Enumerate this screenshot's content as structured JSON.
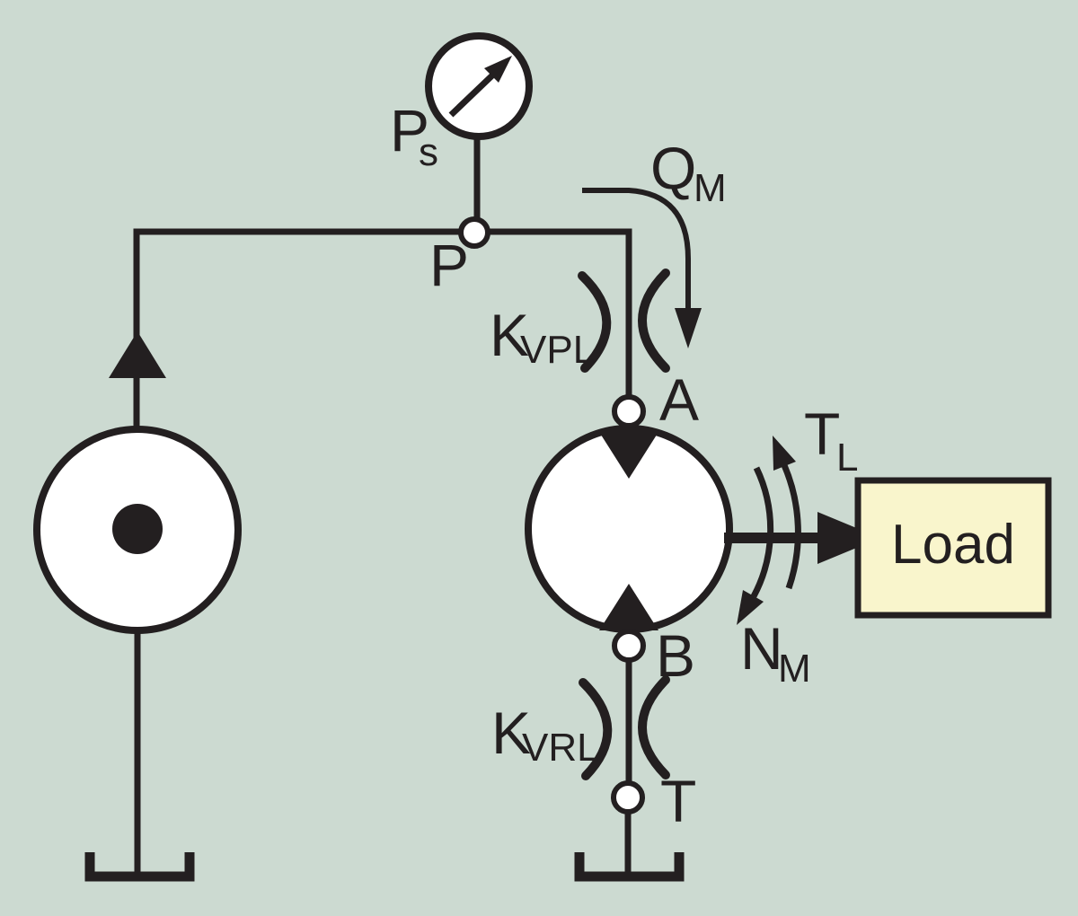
{
  "diagram": {
    "type": "hydraulic-motor-circuit-schematic",
    "colors": {
      "background": "#ccdad1",
      "ink": "#231f20",
      "component_fill": "#ffffff",
      "load_box_fill": "#f9f5cc"
    },
    "labels": {
      "supply_pressure": {
        "main": "P",
        "sub": "s"
      },
      "node_p": "P",
      "motor_flow": {
        "main": "Q",
        "sub": "M"
      },
      "supply_valve_coefficient": {
        "main": "K",
        "sub": "VPL"
      },
      "port_a": "A",
      "port_b": "B",
      "return_valve_coefficient": {
        "main": "K",
        "sub": "VRL"
      },
      "node_t": "T",
      "load_torque": {
        "main": "T",
        "sub": "L"
      },
      "motor_speed": {
        "main": "N",
        "sub": "M"
      },
      "load_box": "Load"
    },
    "icons": {
      "gauge": "pressure-gauge-icon",
      "pump": "pump-with-dot-icon",
      "pump_flow": "up-arrow-icon",
      "motor": "bidirectional-motor-icon",
      "orifice_supply": "orifice-arcs-icon",
      "orifice_return": "orifice-arcs-icon",
      "flow_arrow": "curved-down-arrow-icon",
      "torque_arrow": "ccw-rotation-arrow-icon",
      "speed_arrow": "cw-rotation-arrow-icon",
      "shaft_arrow": "right-arrow-icon",
      "tank_left": "tank-icon",
      "tank_right": "tank-icon"
    }
  }
}
